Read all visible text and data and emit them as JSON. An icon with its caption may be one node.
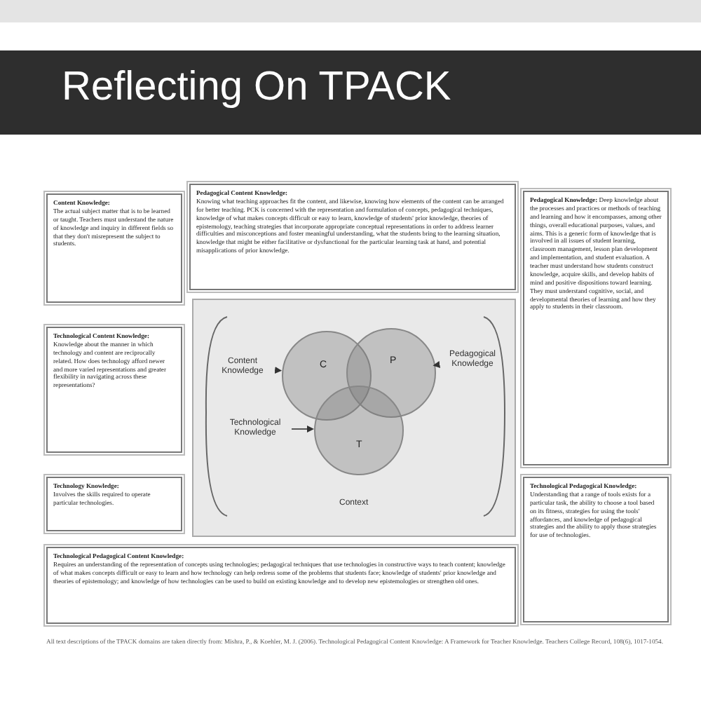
{
  "diagram": {
    "title": "Reflecting On TPACK",
    "nodes": [
      {
        "text": [
          "Pedagogical Content Knowledge:",
          "Knowing what teaching approaches fit the content, and likewise, knowing how elements of the content can be arranged for better teaching. PCK is concerned with the representation and formulation of concepts, pedagogical techniques, knowledge of what makes concepts difficult or easy to learn, knowledge of students' prior knowledge, theories of epistemology, teaching strategies that incorporate appropriate conceptual representations in order to address learner difficulties and misconceptions and foster meaningful understanding, what the students bring to the learning situation, knowledge that might be either facilitative or dysfunctional for the particular learning task at hand, and potential misapplications of prior knowledge."
        ]
      },
      {
        "text": [
          "Content Knowledge:",
          "The actual subject matter that is to be learned or taught. Teachers must understand the nature of knowledge and inquiry in different fields so that they don't misrepresent the subject to students."
        ]
      },
      {
        "text": [
          "Pedagogical Knowledge:",
          "Deep knowledge about the processes and practices or methods of teaching and learning and how it encompasses, among other things, overall educational purposes, values, and aims. This is a generic form of knowledge that is involved in all issues of student learning, classroom management, lesson plan development and implementation, and student evaluation. A teacher must understand how students construct knowledge, acquire skills, and develop habits of mind and positive dispositions toward learning. They must understand cognitive, social, and developmental theories of learning and how they apply to students in their classroom."
        ]
      },
      {
        "text": [
          "Context"
        ]
      },
      {
        "text": [
          "Content Knowledge"
        ],
        "in": 3
      },
      {
        "text": [
          "C"
        ],
        "in": 3
      },
      {
        "text": [
          "P"
        ],
        "in": 3
      },
      {
        "text": [
          "Pedagogical Knowledge"
        ],
        "in": 3
      },
      {
        "text": [
          "Technological Knowledge"
        ],
        "in": 3
      },
      {
        "text": [
          "T"
        ],
        "in": 3
      },
      {
        "text": [
          "Technological Content Knowledge:",
          "Knowledge about the manner in which technology and content are reciprocally related. How does technology afford newer and more varied representations and greater flexibility in navigating across these representations?"
        ]
      },
      {
        "text": [
          "Technology Knowledge:",
          "Involves the skills required to operate particular technologies."
        ]
      },
      {
        "text": [
          "Technological Pedagogical Knowledge:",
          "Understanding that a range of tools exists for a particular task, the ability to choose a tool based on its fitness, strategies for using the tools' affordances, and knowledge of pedagogical strategies and the ability to apply those strategies for use of technologies."
        ]
      },
      {
        "text": [
          "Technological Pedagogical Content Knowledge:",
          "Requires an understanding of the representation of concepts using technologies; pedagogical techniques that use technologies in constructive ways to teach content; knowledge of what makes concepts difficult or easy to learn and how technology can help redress some of the problems that students face; knowledge of students' prior knowledge and theories of epistemology; and knowledge of how technologies can be used to build on existing knowledge and to develop new epistemologies or strengthen old ones."
        ]
      }
    ],
    "edges": [
      {
        "from": 4,
        "to": 5,
        "arrow": "to"
      },
      {
        "from": 7,
        "to": 6,
        "arrow": "to"
      },
      {
        "from": 8,
        "to": 9,
        "arrow": "to"
      }
    ],
    "labels": [
      "All text descriptions of the TPACK domains are taken directly from: Mishra, P., & Koehler, M. J. (2006). Technological Pedagogical Content Knowledge: A Framework for Teacher Knowledge. Teachers College Record, 108(6), 1017-1054."
    ]
  }
}
